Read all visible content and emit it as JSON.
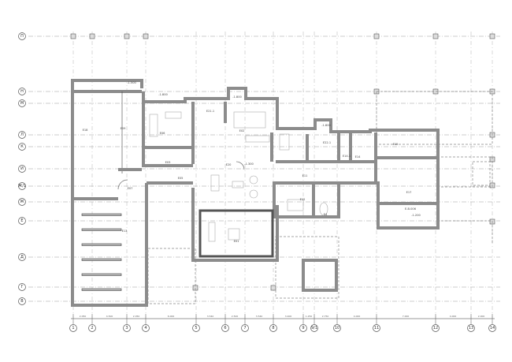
{
  "rows": [
    "П",
    "Н",
    "М",
    "Л",
    "К",
    "И",
    "Ж/1",
    "Ж",
    "Е",
    "Д",
    "Г",
    "В"
  ],
  "columns": [
    "1",
    "2",
    "3",
    "4",
    "5",
    "6",
    "7",
    "8",
    "9",
    "9/1",
    "10",
    "11",
    "12",
    "13",
    "14"
  ],
  "dimensions": [
    "2.050",
    "4.500",
    "2.050",
    "6.000",
    "3.540",
    "2.500",
    "3.540",
    "3.400",
    "1.250",
    "2.750",
    "4.000",
    "7.000",
    "4.000",
    "2.000"
  ],
  "rooms": [
    "Е18",
    "Е09",
    "Е06",
    "Е03",
    "Е05",
    "Е07",
    "Е21.1",
    "Е02",
    "Е20",
    "Е11",
    "Е22.1",
    "Е14.1",
    "Е14",
    "Е12",
    "Е15",
    "Е17",
    "Е13",
    "Е01",
    "Е4"
  ],
  "levels": [
    "-1.500",
    "-1.800",
    "-1.800",
    "-1.300",
    "-1.800",
    "-1.200",
    "Е-В.006"
  ]
}
